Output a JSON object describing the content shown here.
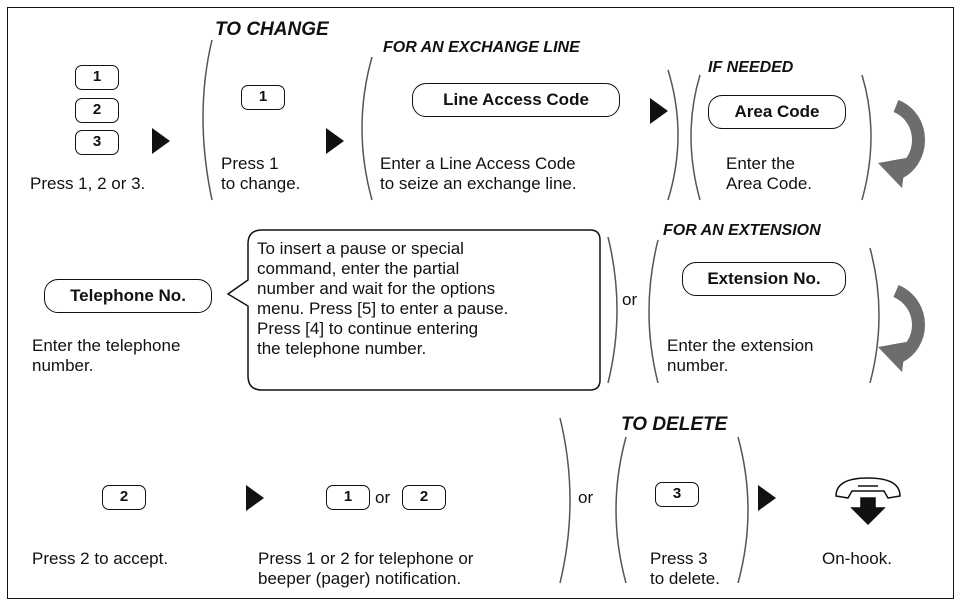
{
  "row1": {
    "keys": [
      "1",
      "2",
      "3"
    ],
    "caption_select": "Press 1, 2 or 3.",
    "to_change": {
      "header": "TO CHANGE",
      "key": "1",
      "caption_lines": [
        "Press 1",
        "to change."
      ]
    },
    "exchange_line": {
      "header": "FOR AN EXCHANGE LINE",
      "button": "Line Access Code",
      "caption_lines": [
        "Enter a Line Access Code",
        "to seize an exchange line."
      ]
    },
    "if_needed": {
      "header": "IF NEEDED",
      "button": "Area Code",
      "caption_lines": [
        "Enter the",
        "Area Code."
      ]
    }
  },
  "row2": {
    "telephone": {
      "button": "Telephone No.",
      "caption_lines": [
        "Enter the telephone",
        "number."
      ]
    },
    "callout_lines": [
      "To insert a pause or special",
      "command, enter the partial",
      "number and wait for the options",
      "menu. Press [5] to enter a pause.",
      "Press [4] to continue entering",
      "the telephone number."
    ],
    "or": "or",
    "extension": {
      "header": "FOR AN EXTENSION",
      "button": "Extension No.",
      "caption_lines": [
        "Enter the extension",
        "number."
      ]
    }
  },
  "row3": {
    "accept": {
      "key": "2",
      "caption": "Press 2 to accept."
    },
    "notify": {
      "key_a": "1",
      "or_word": "or",
      "key_b": "2",
      "caption_lines": [
        "Press 1 or 2 for telephone or",
        "beeper (pager) notification."
      ]
    },
    "or": "or",
    "to_delete": {
      "header": "TO DELETE",
      "key": "3",
      "caption_lines": [
        "Press 3",
        "to delete."
      ]
    },
    "onhook_caption": "On-hook."
  },
  "colors": {
    "ink": "#111111",
    "arrow_gray": "#6d6d6d"
  }
}
